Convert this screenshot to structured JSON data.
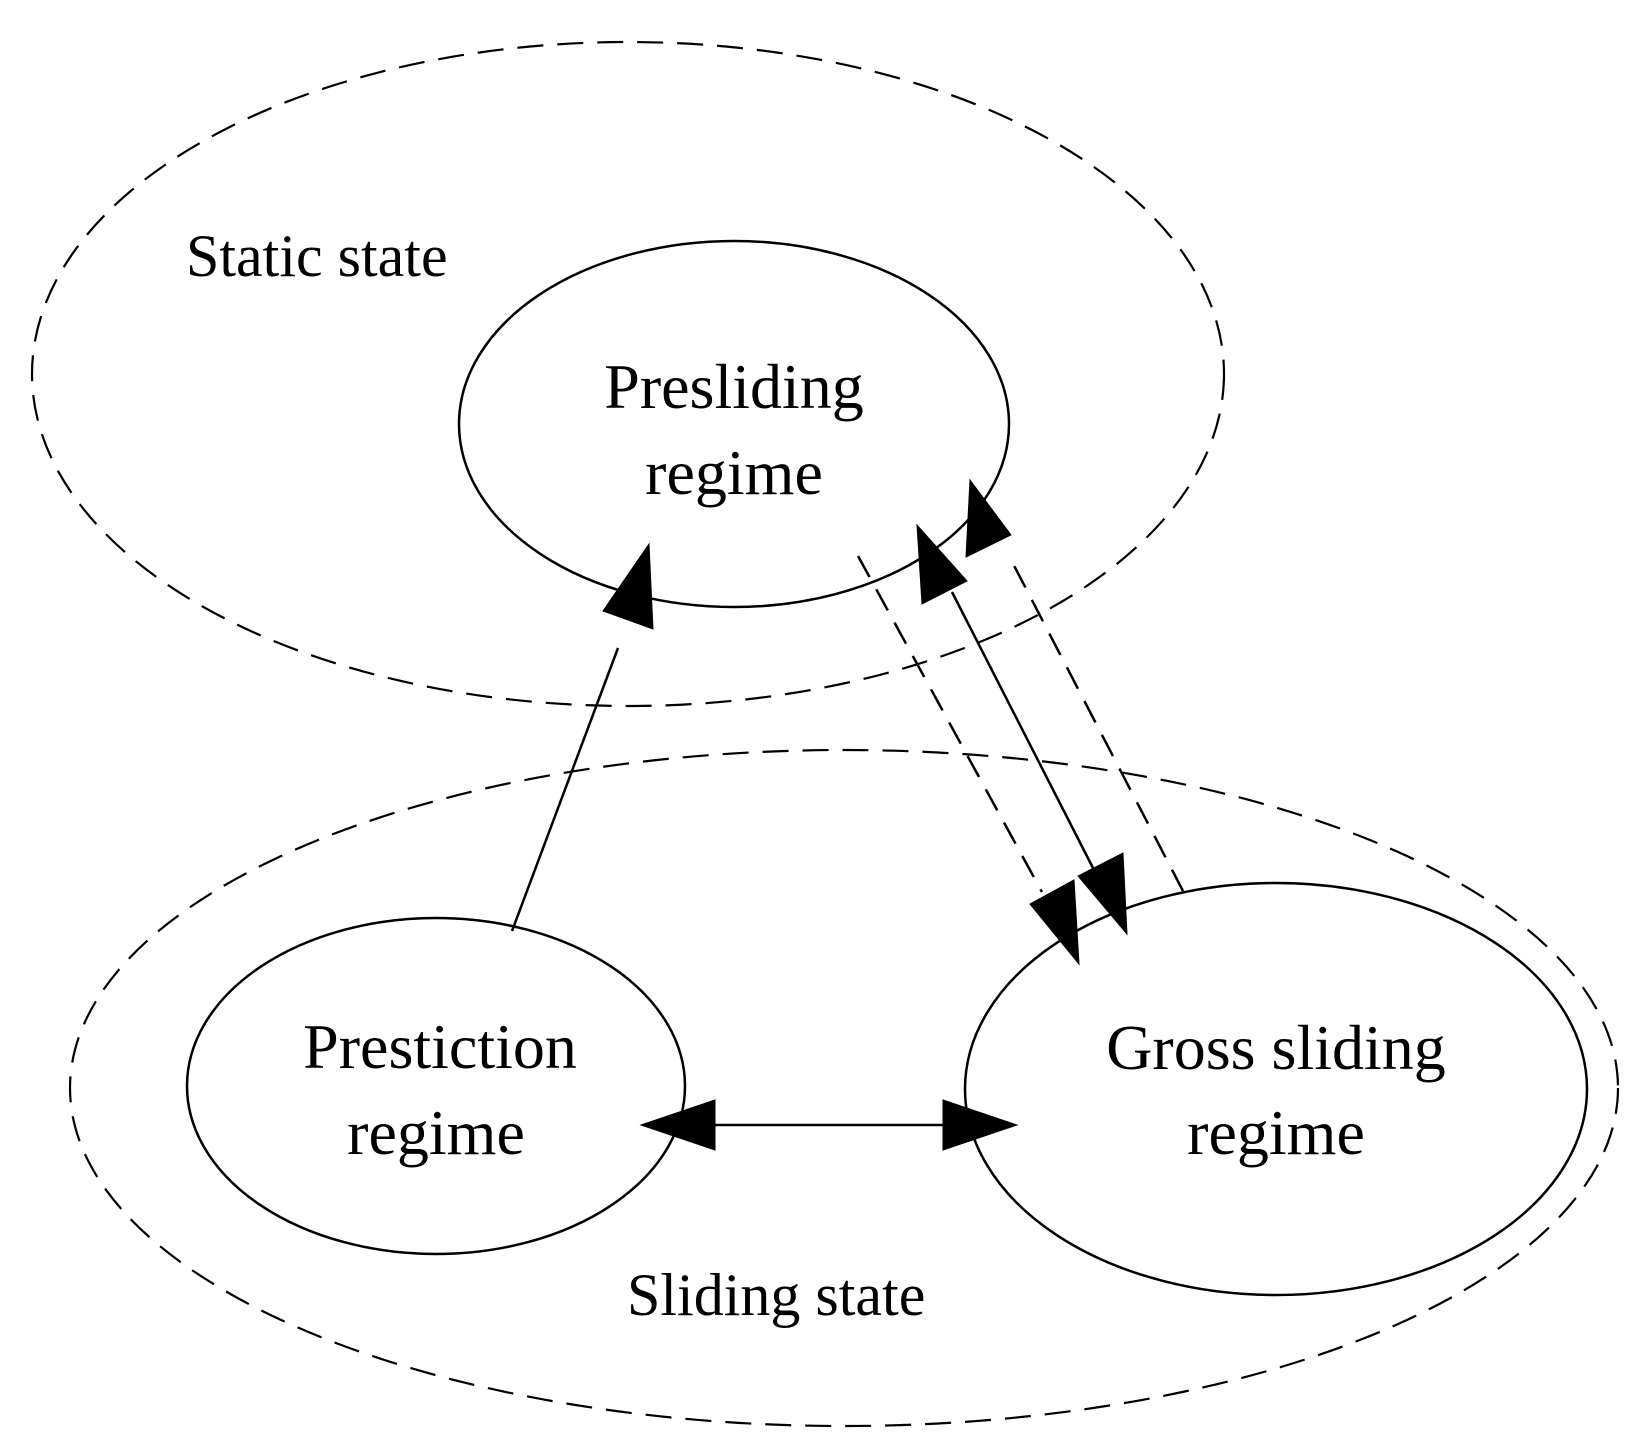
{
  "regions": {
    "static_state": {
      "label": "Static state"
    },
    "sliding_state": {
      "label": "Sliding state"
    }
  },
  "nodes": {
    "presliding": {
      "line1": "Presliding",
      "line2": "regime"
    },
    "prestiction": {
      "line1": "Prestiction",
      "line2": "regime"
    },
    "gross_sliding": {
      "line1": "Gross sliding",
      "line2": "regime"
    }
  },
  "edges": [
    {
      "from": "Prestiction regime",
      "to": "Presliding regime",
      "style": "solid"
    },
    {
      "from": "Prestiction regime",
      "to": "Gross sliding regime",
      "style": "solid",
      "bidirectional": true
    },
    {
      "from": "Presliding regime",
      "to": "Gross sliding regime",
      "style": "solid",
      "bidirectional": true
    },
    {
      "from": "Presliding regime",
      "to": "Gross sliding regime",
      "style": "dashed"
    },
    {
      "from": "Gross sliding regime",
      "to": "Presliding regime",
      "style": "dashed"
    }
  ],
  "colors": {
    "stroke": "#000000",
    "background": "#ffffff"
  }
}
